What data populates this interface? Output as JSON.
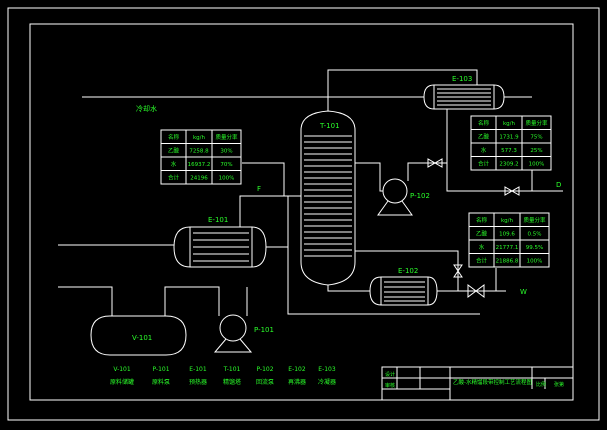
{
  "labels": {
    "cooling_water": "冷却水",
    "stream_f": "F",
    "stream_d": "D",
    "stream_w": "W"
  },
  "equipment_tags": {
    "t101": "T-101",
    "e101": "E-101",
    "e102": "E-102",
    "e103": "E-103",
    "p101": "P-101",
    "p102": "P-102",
    "v101": "V-101"
  },
  "legend": [
    {
      "tag": "V-101",
      "name": "原料储罐"
    },
    {
      "tag": "P-101",
      "name": "原料泵"
    },
    {
      "tag": "E-101",
      "name": "预热器"
    },
    {
      "tag": "T-101",
      "name": "精馏塔"
    },
    {
      "tag": "P-102",
      "name": "回流泵"
    },
    {
      "tag": "E-102",
      "name": "再沸器"
    },
    {
      "tag": "E-103",
      "name": "冷凝器"
    }
  ],
  "feed_table": {
    "header": [
      "名称",
      "kg/h",
      "质量分率"
    ],
    "rows": [
      [
        "乙酸",
        "7258.8",
        "30%"
      ],
      [
        "水",
        "16937.2",
        "70%"
      ],
      [
        "合计",
        "24196",
        "100%"
      ]
    ]
  },
  "top_table": {
    "header": [
      "名称",
      "kg/h",
      "质量分率"
    ],
    "rows": [
      [
        "乙酸",
        "1731.9",
        "75%"
      ],
      [
        "水",
        "577.3",
        "25%"
      ],
      [
        "合计",
        "2309.2",
        "100%"
      ]
    ]
  },
  "bottom_table": {
    "header": [
      "名称",
      "kg/h",
      "质量分率"
    ],
    "rows": [
      [
        "乙酸",
        "109.6",
        "0.5%"
      ],
      [
        "水",
        "21777.1",
        "99.5%"
      ],
      [
        "合计",
        "21886.8",
        "100%"
      ]
    ]
  },
  "title_block": {
    "title": "乙酸-水精馏段带控制工艺流程图",
    "row1_left": "设计",
    "row2_left": "审核",
    "scale": "比例",
    "sheet": "张第"
  }
}
